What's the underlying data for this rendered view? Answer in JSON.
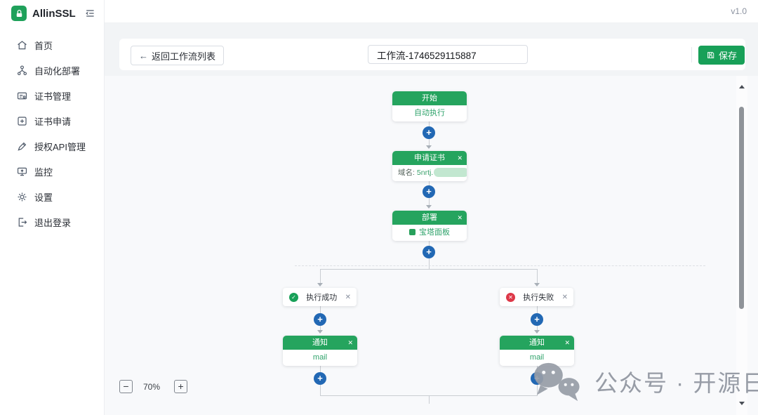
{
  "app": {
    "brand": "AllinSSL",
    "version": "v1.0"
  },
  "sidebar": {
    "items": [
      {
        "label": "首页",
        "icon": "home-icon"
      },
      {
        "label": "自动化部署",
        "icon": "workflow-icon"
      },
      {
        "label": "证书管理",
        "icon": "cert-manage-icon"
      },
      {
        "label": "证书申请",
        "icon": "cert-apply-icon"
      },
      {
        "label": "授权API管理",
        "icon": "api-auth-icon"
      },
      {
        "label": "监控",
        "icon": "monitor-icon"
      },
      {
        "label": "设置",
        "icon": "settings-icon"
      },
      {
        "label": "退出登录",
        "icon": "logout-icon"
      }
    ]
  },
  "toolbar": {
    "back_label": "返回工作流列表",
    "workflow_name_value": "工作流-1746529115887",
    "save_label": "保存"
  },
  "workflow": {
    "start": {
      "title": "开始",
      "body": "自动执行"
    },
    "apply_cert": {
      "title": "申请证书",
      "field_label": "域名:",
      "field_value": "5nrtj.",
      "field_value_redacted": true
    },
    "deploy": {
      "title": "部署",
      "provider": "宝塔面板"
    },
    "branch_success": {
      "label": "执行成功"
    },
    "branch_fail": {
      "label": "执行失败"
    },
    "notify_success": {
      "title": "通知",
      "channel": "mail"
    },
    "notify_fail": {
      "title": "通知",
      "channel": "mail"
    }
  },
  "canvas_controls": {
    "zoom_level": "70%",
    "zoom_out_label": "−",
    "zoom_in_label": "+"
  },
  "watermark": {
    "text": "公众号 · 开源日记"
  },
  "colors": {
    "node_header_green": "#25a45e",
    "save_button_green": "#18a058",
    "plus_button_blue": "#2268b4",
    "success_green": "#18a058",
    "error_red": "#dd3848",
    "connector_gray": "#c9cdd2"
  }
}
